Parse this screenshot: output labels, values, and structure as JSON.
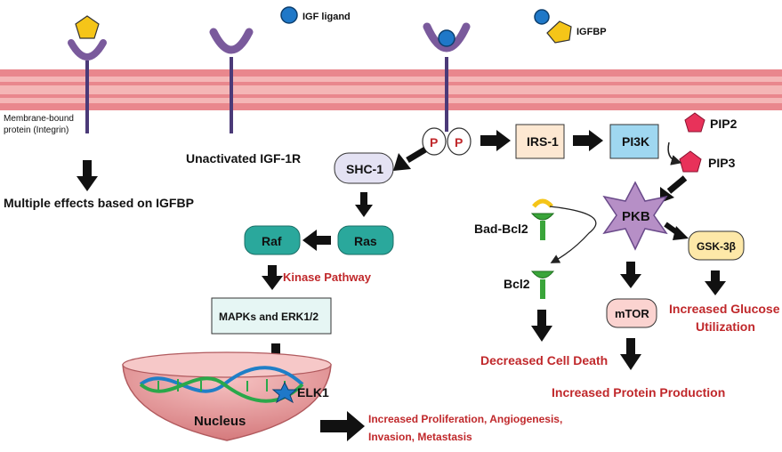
{
  "legend": {
    "igf_ligand": "IGF ligand",
    "igfbp": "IGFBP"
  },
  "receptors": {
    "integrin": "Membrane-bound\nprotein (Integrin)",
    "unactivated": "Unactivated IGF-1R",
    "phospho_1": "P",
    "phospho_2": "P"
  },
  "effects": {
    "igfbp_effects": "Multiple effects based on IGFBP"
  },
  "nodes": {
    "shc1": "SHC-1",
    "irs1": "IRS-1",
    "pi3k": "PI3K",
    "pip2": "PIP2",
    "pip3": "PIP3",
    "pkb": "PKB",
    "ras": "Ras",
    "raf": "Raf",
    "mapk": "MAPKs and ERK1/2",
    "bad_bcl2": "Bad-Bcl2",
    "bcl2": "Bcl2",
    "mtor": "mTOR",
    "gsk3b": "GSK-3β",
    "elk1": "ELK1",
    "nucleus": "Nucleus"
  },
  "outcomes": {
    "kinase_pathway": "Kinase Pathway",
    "cell_death": "Decreased Cell Death",
    "protein": "Increased Protein Production",
    "glucose_1": "Increased Glucose",
    "glucose_2": "Utilization",
    "prolif_1": "Increased Proliferation, Angiogenesis,",
    "prolif_2": "Invasion, Metastasis"
  },
  "colors": {
    "membrane_outer": "#e9878d",
    "membrane_inner": "#f4b6b6",
    "receptor": "#7a5a9c",
    "ligand": "#1f78c8",
    "igfbp": "#f5c518",
    "pip": "#e8325a",
    "accent_red": "#c0282b",
    "teal": "#2aa89c"
  }
}
